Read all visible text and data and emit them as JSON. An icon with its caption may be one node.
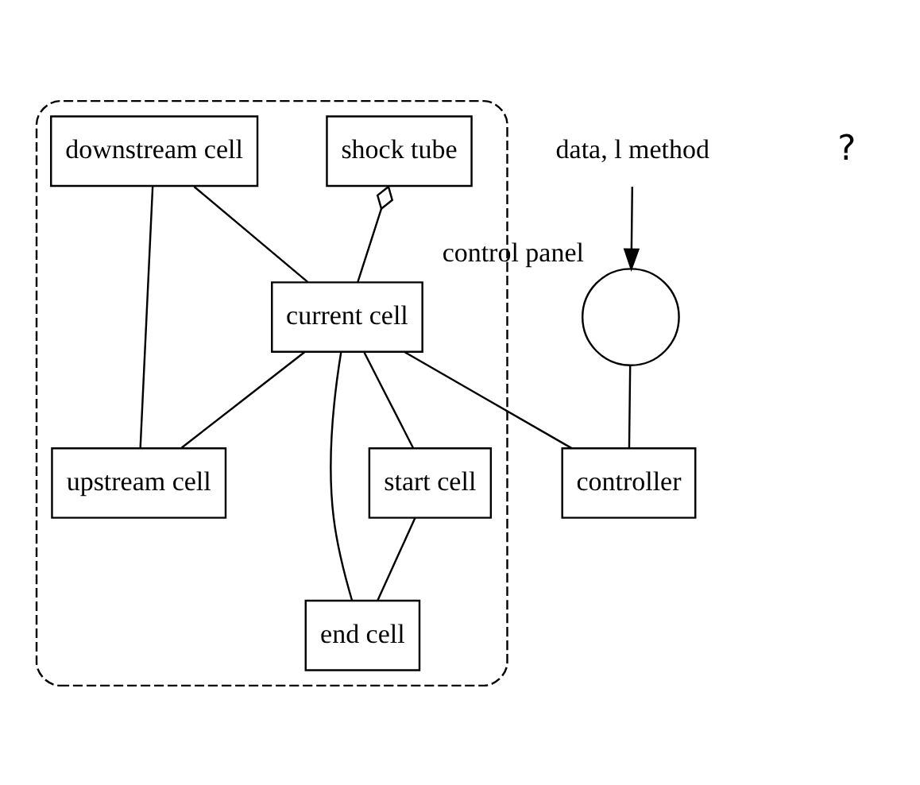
{
  "diagram": {
    "nodes": [
      {
        "text": [],
        "shape": "ellipse"
      },
      {
        "text": [
          "shock tube"
        ],
        "in": 0
      },
      {
        "text": [
          "downstream cell"
        ],
        "in": 0
      },
      {
        "text": [
          "current cell"
        ],
        "in": 0
      },
      {
        "text": [
          "upstream cell"
        ],
        "in": 0
      },
      {
        "text": [
          "start cell"
        ],
        "in": 0
      },
      {
        "text": [
          "end cell"
        ],
        "in": 0
      },
      {
        "text": [
          "data, l method"
        ]
      },
      {
        "text": [],
        "shape": "circle",
        "beside": [
          "control panel"
        ]
      },
      {
        "text": [
          "controller"
        ]
      }
    ],
    "edges": [
      {
        "from": 1,
        "to": 3,
        "arrow": "other"
      },
      {
        "from": 2,
        "to": 3,
        "arrow": "none"
      },
      {
        "from": 3,
        "to": 4,
        "arrow": "none"
      },
      {
        "from": 2,
        "to": 4,
        "arrow": "none"
      },
      {
        "from": 3,
        "to": 5,
        "arrow": "none"
      },
      {
        "from": 3,
        "to": 6,
        "arrow": "none"
      },
      {
        "from": 5,
        "to": 6,
        "arrow": "none"
      },
      {
        "from": 3,
        "to": 9,
        "arrow": "none"
      },
      {
        "from": 7,
        "to": 8,
        "arrow": "to"
      },
      {
        "from": 8,
        "to": 9,
        "arrow": "none"
      }
    ],
    "labels": [
      "?"
    ]
  }
}
